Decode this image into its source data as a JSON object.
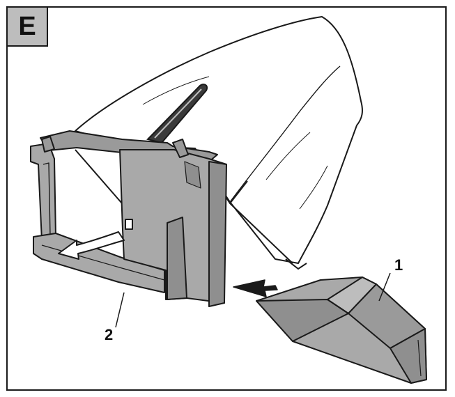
{
  "step": {
    "letter": "E"
  },
  "callouts": {
    "part_1": "1",
    "part_2": "2"
  },
  "colors": {
    "frame_border": "#1a1a1a",
    "badge_fill": "#bdbdbd",
    "part_fill": "#a9a9a9",
    "part_shade": "#8f8f8f",
    "arrow_fill": "#1a1a1a",
    "outline": "#1a1a1a"
  }
}
